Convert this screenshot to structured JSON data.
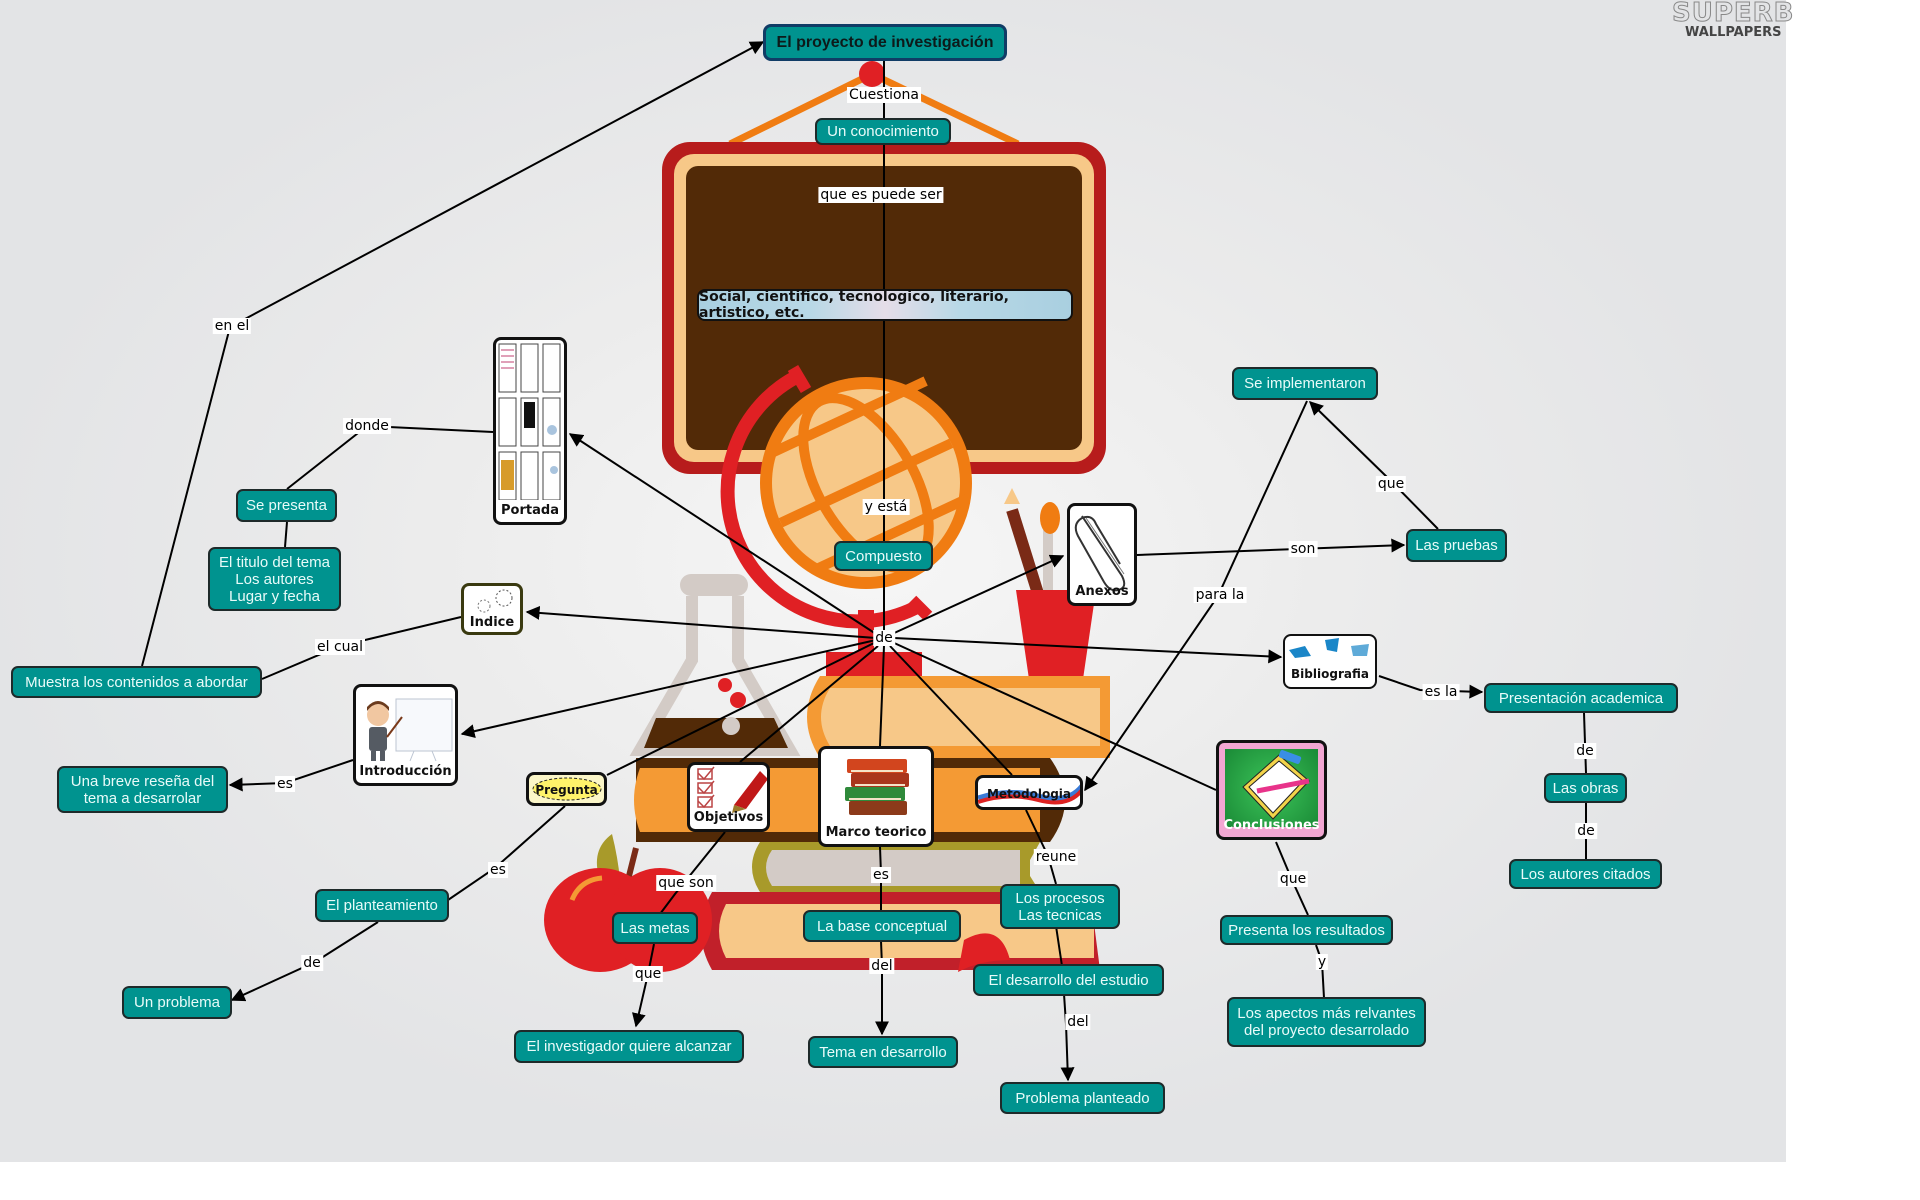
{
  "watermark": {
    "line1": "SUPERB",
    "line2": "WALLPAPERS"
  },
  "colors": {
    "node_fill": "#00938f",
    "node_text": "#e8fbf9",
    "title_border": "#103c66",
    "board_frame": "#b71c1c",
    "board_inner": "#522a07",
    "globe": "#f07c12",
    "background": "#e3e4e6"
  },
  "concepts": {
    "title": "El proyecto de investigación",
    "un_conocimiento": "Un conocimiento",
    "social": "Social, cientifico, tecnologico, literario, artistico, etc.",
    "compuesto": "Compuesto",
    "se_presenta": "Se presenta",
    "titulo_tema": "El titulo del tema\nLos autores\nLugar y fecha",
    "muestra_contenidos": "Muestra los contenidos a abordar",
    "breve_resena": "Una breve reseña del\ntema a desarrolar",
    "planteamiento": "El planteamiento",
    "un_problema": "Un problema",
    "las_metas": "Las metas",
    "investigador": "El investigador quiere alcanzar",
    "base_conceptual": "La base conceptual",
    "tema_desarrollo": "Tema en desarrollo",
    "procesos": "Los procesos\nLas tecnicas",
    "desarrollo_estudio": "El desarrollo del estudio",
    "problema_planteado": "Problema planteado",
    "se_implementaron": "Se implementaron",
    "las_pruebas": "Las pruebas",
    "presentacion_academica": "Presentación academica",
    "las_obras": "Las obras",
    "autores_citados": "Los autores citados",
    "presenta_resultados": "Presenta los resultados",
    "aspectos": "Los apectos más relvantes\ndel proyecto desarrolado"
  },
  "image_nodes": {
    "portada": "Portada",
    "indice": "Indice",
    "introduccion": "Introducción",
    "pregunta": "Pregunta",
    "objetivos": "Objetivos",
    "marco_teorico": "Marco teorico",
    "metodologia": "Metodologia",
    "conclusiones": "Conclusiones",
    "bibliografia": "Bibliografia",
    "anexos": "Anexos"
  },
  "link_labels": {
    "cuestiona": "Cuestiona",
    "que_es_puede_ser": "que es puede ser",
    "y_esta": "y está",
    "de_hub": "de",
    "en_el": "en el",
    "donde": "donde",
    "el_cual": "el cual",
    "es_intro": "es",
    "es_pregunta": "es",
    "de_planteamiento": "de",
    "que_son": "que son",
    "que_metas": "que",
    "es_marco": "es",
    "del_base": "del",
    "reune": "reune",
    "del_desarrollo": "del",
    "que_conclusiones": "que",
    "y_resultados": "y",
    "para_la": "para la",
    "son": "son",
    "que_pruebas": "que",
    "es_la": "es la",
    "de_obras": "de",
    "de_autores": "de"
  }
}
